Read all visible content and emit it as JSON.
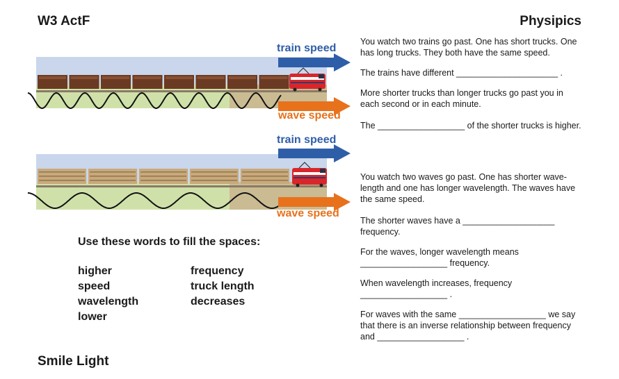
{
  "header": {
    "code": "W3 ActF",
    "brand": "Physipics"
  },
  "footer": {
    "text": "Smile Light"
  },
  "panels": [
    {
      "train_label": "train speed",
      "wave_label": "wave speed",
      "train_type": "short trucks",
      "wave_type": "shorter wavelength"
    },
    {
      "train_label": "train speed",
      "wave_label": "wave speed",
      "train_type": "long trucks",
      "wave_type": "longer wavelength"
    }
  ],
  "word_bank": {
    "title": "Use these words to fill the spaces:",
    "column1": [
      "higher",
      "speed",
      "wavelength",
      "lower"
    ],
    "column2": [
      "frequency",
      "truck length",
      "decreases"
    ]
  },
  "questions": [
    "You watch two trains go past. One has short trucks. One has long trucks. They both have the same speed.",
    "The trains have different _____________________ .",
    "More shorter trucks than longer trucks go past you in each second or in each minute.",
    "The __________________ of the shorter trucks is higher.",
    "You watch two waves go past. One has shorter wave-length and one has longer wavelength. The waves have the same speed.",
    "The shorter waves have a ___________________ frequency.",
    "For the waves, longer wavelength means __________________ frequency.",
    "When wavelength increases, frequency __________________ .",
    "For waves with the same __________________ we say that there is an inverse relationship between frequency and __________________ ."
  ],
  "colors": {
    "sky": "#c9d6ec",
    "grass": "#cfe1a9",
    "ground": "#c9b48e",
    "arrow_blue": "#2f5ea8",
    "arrow_orange": "#e8711c",
    "truck_brown": "#6b3a22",
    "truck_tan": "#c9a97a",
    "engine_red": "#d9262a"
  }
}
